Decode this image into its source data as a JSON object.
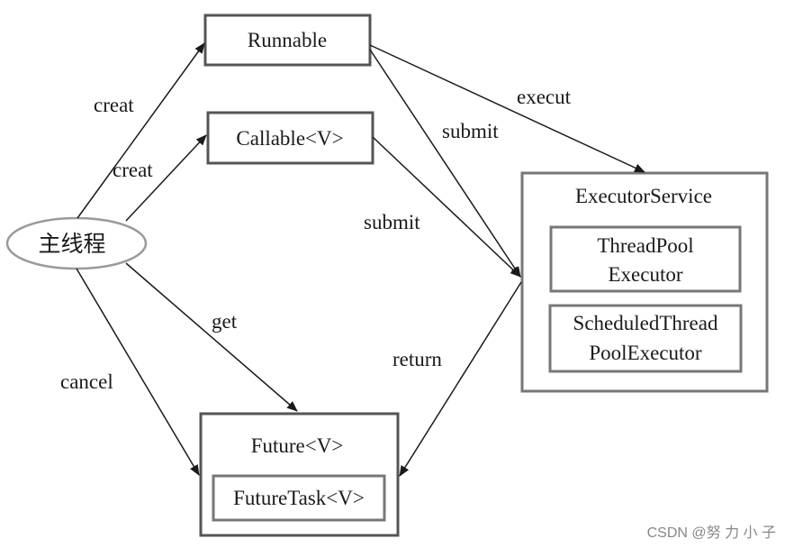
{
  "diagram": {
    "nodes": {
      "main_thread": "主线程",
      "runnable": "Runnable",
      "callable": "Callable<V>",
      "executor_service": "ExecutorService",
      "thread_pool_executor_line1": "ThreadPool",
      "thread_pool_executor_line2": "Executor",
      "scheduled_executor_line1": "ScheduledThread",
      "scheduled_executor_line2": "PoolExecutor",
      "future": "Future<V>",
      "future_task": "FutureTask<V>"
    },
    "edges": {
      "creat_runnable": "creat",
      "creat_callable": "creat",
      "get": "get",
      "cancel": "cancel",
      "execut": "execut",
      "submit_runnable": "submit",
      "submit_callable": "submit",
      "return": "return"
    },
    "colors": {
      "line": "#1a1a1a",
      "box_border": "#555555",
      "ellipse_border": "#9a9a9a",
      "watermark": "#888888"
    }
  },
  "watermark": "CSDN @努 力 小 子"
}
